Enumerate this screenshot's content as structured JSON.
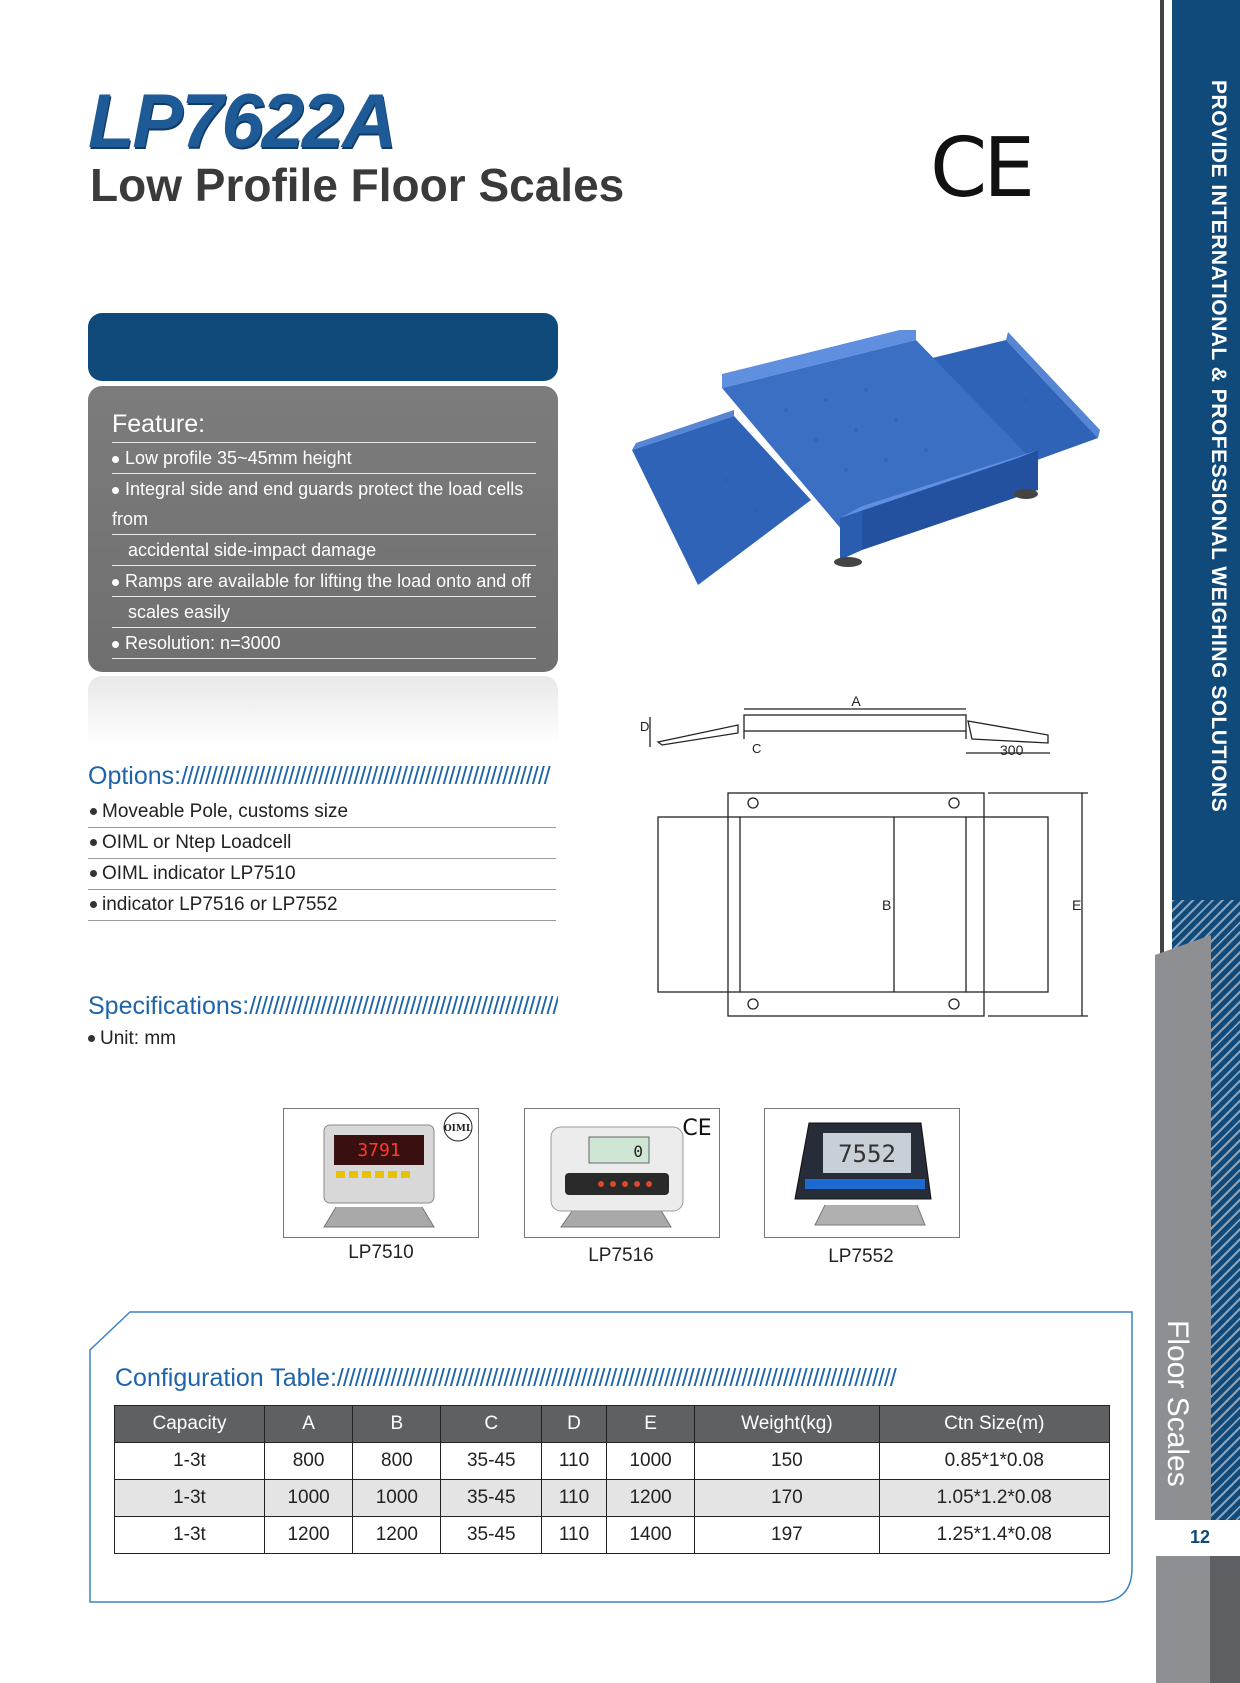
{
  "header": {
    "model": "LP7622A",
    "subtitle": "Low Profile Floor Scales",
    "cert_mark": "CE"
  },
  "sidebar": {
    "tagline": "PROVIDE INTERNATIONAL & PROFESSIONAL WEIGHING SOLUTIONS",
    "section_tab": "Floor Scales",
    "page_number": "12",
    "colors": {
      "blue": "#104a7a",
      "gray": "#8d8f92"
    }
  },
  "feature": {
    "title": "Feature:",
    "items": [
      {
        "text": "Low profile 35~45mm height",
        "cont": ""
      },
      {
        "text": "Integral side and end guards protect the load cells from",
        "cont": "accidental side-impact damage"
      },
      {
        "text": "Ramps are available for lifting the load onto and off",
        "cont": "scales easily"
      },
      {
        "text": "Resolution: n=3000",
        "cont": ""
      }
    ]
  },
  "options": {
    "title": "Options:",
    "items": [
      "Moveable Pole, customs size",
      "OIML or Ntep Loadcell",
      "OIML indicator LP7510",
      "indicator LP7516 or LP7552"
    ]
  },
  "specifications": {
    "title": "Specifications:",
    "unit": "Unit: mm"
  },
  "drawing": {
    "labels": {
      "a": "A",
      "b": "B",
      "c": "C",
      "d": "D",
      "e": "E",
      "ramp": "300"
    }
  },
  "indicators": [
    {
      "name": "LP7510",
      "display": "3791",
      "badge": "OIML"
    },
    {
      "name": "LP7516",
      "display": "0",
      "badge": "CE"
    },
    {
      "name": "LP7552",
      "display": "7552",
      "badge": ""
    }
  ],
  "config_table": {
    "title": "Configuration Table:",
    "columns": [
      "Capacity",
      "A",
      "B",
      "C",
      "D",
      "E",
      "Weight(kg)",
      "Ctn Size(m)"
    ],
    "rows": [
      [
        "1-3t",
        "800",
        "800",
        "35-45",
        "110",
        "1000",
        "150",
        "0.85*1*0.08"
      ],
      [
        "1-3t",
        "1000",
        "1000",
        "35-45",
        "110",
        "1200",
        "170",
        "1.05*1.2*0.08"
      ],
      [
        "1-3t",
        "1200",
        "1200",
        "35-45",
        "110",
        "1400",
        "197",
        "1.25*1.4*0.08"
      ]
    ]
  }
}
